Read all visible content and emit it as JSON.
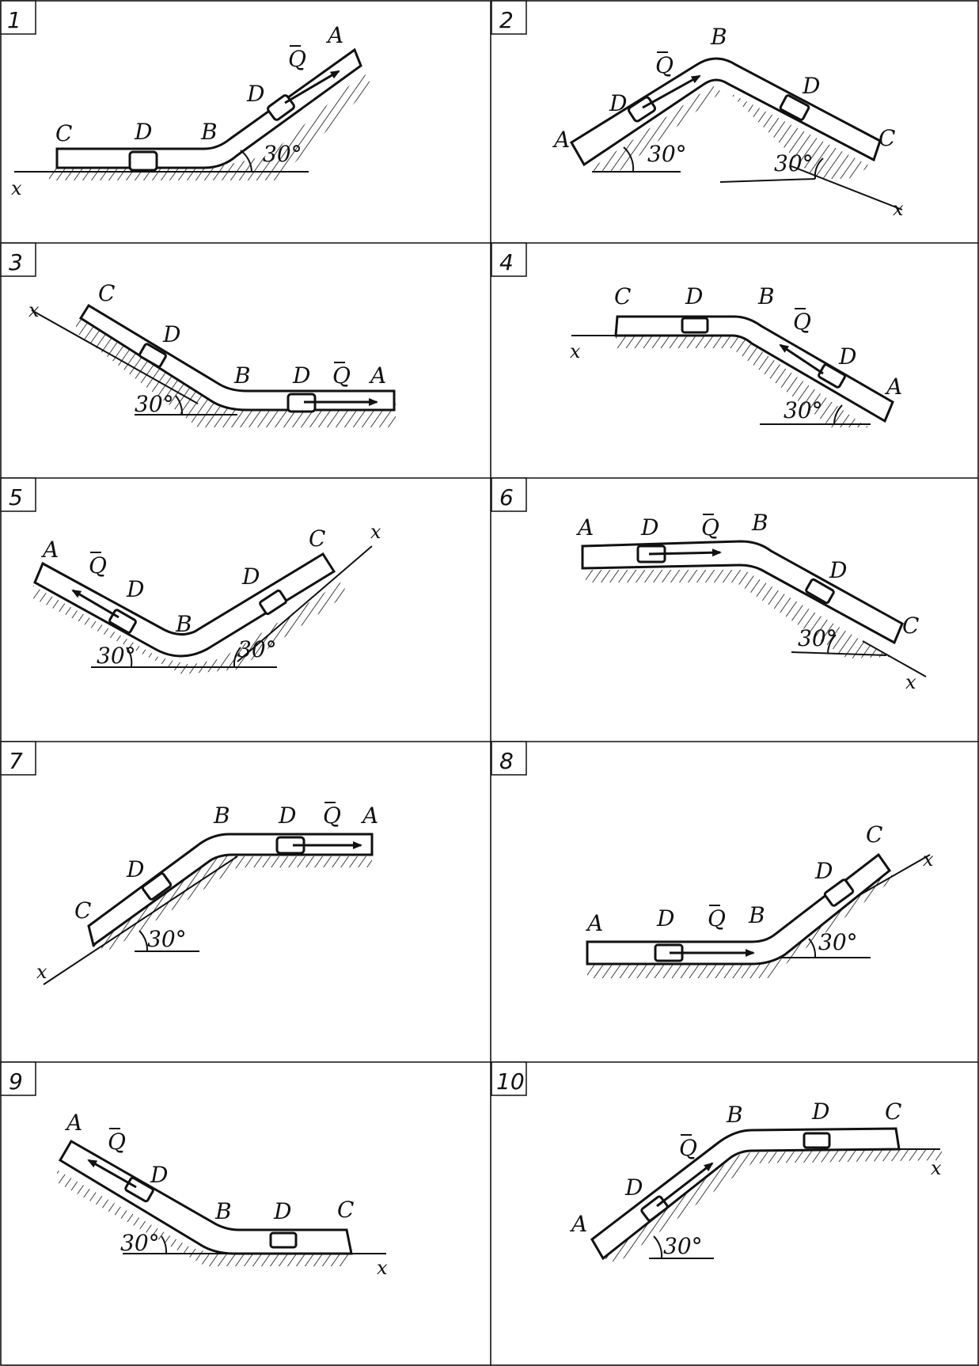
{
  "grid": {
    "colors": {
      "ink": "#111111",
      "paper": "#ffffff"
    },
    "panels": [
      {
        "number": "1",
        "labels": {
          "C": "C",
          "D_flat": "D",
          "B": "B",
          "D_slope": "D",
          "Q": "Q",
          "A": "A",
          "angle": "30°",
          "x": "x"
        },
        "angle_deg": 30,
        "slope_orientation": "rising-right",
        "force_direction": "up-slope toward A",
        "hatch_side": "below"
      },
      {
        "number": "2",
        "labels": {
          "A": "A",
          "D_left": "D",
          "Q": "Q",
          "B": "B",
          "D_right": "D",
          "C": "C",
          "angle_left": "30°",
          "angle_right": "30°",
          "x": "x"
        },
        "angle_deg": 30,
        "slope_orientation": "peak",
        "force_direction": "up-slope toward B",
        "hatch_side": "below"
      },
      {
        "number": "3",
        "labels": {
          "x": "x",
          "C": "C",
          "D_slope": "D",
          "B": "B",
          "D_flat": "D",
          "Q": "Q",
          "A": "A",
          "angle": "30°"
        },
        "angle_deg": 30,
        "slope_orientation": "falling-right",
        "force_direction": "right toward A",
        "hatch_side": "below"
      },
      {
        "number": "4",
        "labels": {
          "x": "x",
          "C": "C",
          "D_flat": "D",
          "B": "B",
          "Q": "Q",
          "D_slope": "D",
          "A": "A",
          "angle": "30°"
        },
        "angle_deg": 30,
        "slope_orientation": "falling-right",
        "force_direction": "up-slope toward B",
        "hatch_side": "below"
      },
      {
        "number": "5",
        "labels": {
          "A": "A",
          "Q": "Q",
          "D_left": "D",
          "B": "B",
          "D_right": "D",
          "C": "C",
          "x": "x",
          "angle_left": "30°",
          "angle_right": "30°"
        },
        "angle_deg": 30,
        "slope_orientation": "valley",
        "force_direction": "up-slope toward A",
        "hatch_side": "below"
      },
      {
        "number": "6",
        "labels": {
          "A": "A",
          "D_flat": "D",
          "Q": "Q",
          "B": "B",
          "D_slope": "D",
          "C": "C",
          "angle": "30°",
          "x": "x"
        },
        "angle_deg": 30,
        "slope_orientation": "falling-right",
        "force_direction": "right toward B",
        "hatch_side": "below"
      },
      {
        "number": "7",
        "labels": {
          "B": "B",
          "D_flat": "D",
          "Q": "Q",
          "A": "A",
          "D_slope": "D",
          "C": "C",
          "angle": "30°",
          "x": "x"
        },
        "angle_deg": 30,
        "slope_orientation": "rising-right",
        "force_direction": "right toward A",
        "hatch_side": "below"
      },
      {
        "number": "8",
        "labels": {
          "C": "C",
          "x": "x",
          "D_slope": "D",
          "A": "A",
          "D_flat": "D",
          "Q": "Q",
          "B": "B",
          "angle": "30°"
        },
        "angle_deg": 30,
        "slope_orientation": "rising-right",
        "force_direction": "right toward B",
        "hatch_side": "below"
      },
      {
        "number": "9",
        "labels": {
          "A": "A",
          "Q": "Q",
          "D_slope": "D",
          "B": "B",
          "D_flat": "D",
          "C": "C",
          "angle": "30°",
          "x": "x"
        },
        "angle_deg": 30,
        "slope_orientation": "falling-right",
        "force_direction": "up-slope toward A",
        "hatch_side": "below"
      },
      {
        "number": "10",
        "labels": {
          "B": "B",
          "D_flat": "D",
          "C": "C",
          "Q": "Q",
          "D_slope": "D",
          "A": "A",
          "angle": "30°",
          "x": "x"
        },
        "angle_deg": 30,
        "slope_orientation": "rising-right",
        "force_direction": "up-slope toward B",
        "hatch_side": "below"
      }
    ]
  }
}
